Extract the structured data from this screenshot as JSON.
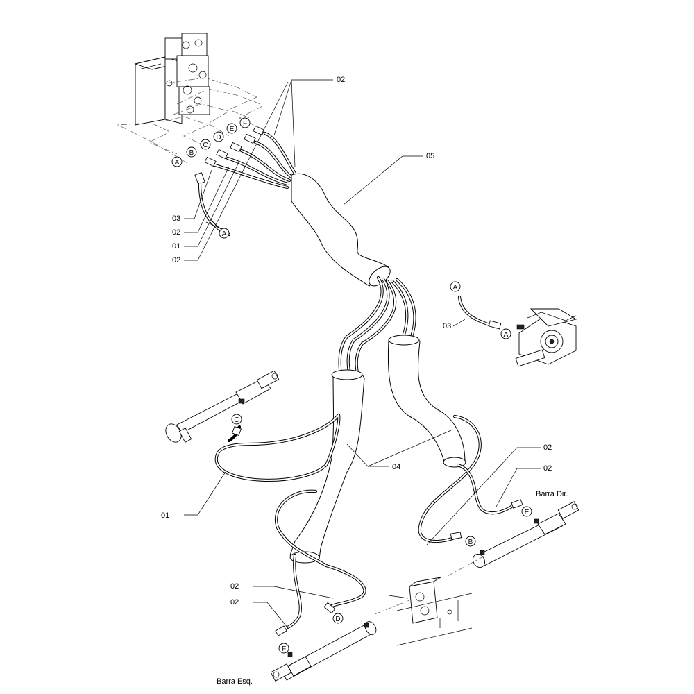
{
  "diagram": {
    "part_labels": {
      "hose_02_top": "02",
      "sleeve_05": "05",
      "hose_03_left": "03",
      "hose_02_left_a": "02",
      "hose_01_left": "01",
      "hose_02_left_b": "02",
      "hose_03_right": "03",
      "sleeve_04": "04",
      "hose_01_mid": "01",
      "hose_02_right_a": "02",
      "hose_02_right_b": "02",
      "hose_02_bottom_a": "02",
      "hose_02_bottom_b": "02"
    },
    "connector_letters": {
      "valve_f": "F",
      "valve_e": "E",
      "valve_d": "D",
      "valve_c": "C",
      "valve_b": "B",
      "valve_a": "A",
      "valve_a_lower": "A",
      "motor_a_top": "A",
      "motor_a_fitting": "A",
      "lift_cylinder_c": "C",
      "right_cylinder_e": "E",
      "right_cylinder_b": "B",
      "left_cylinder_d": "D",
      "left_cylinder_f": "F"
    },
    "component_labels": {
      "right_bar": "Barra Dir.",
      "left_bar": "Barra Esq."
    }
  }
}
